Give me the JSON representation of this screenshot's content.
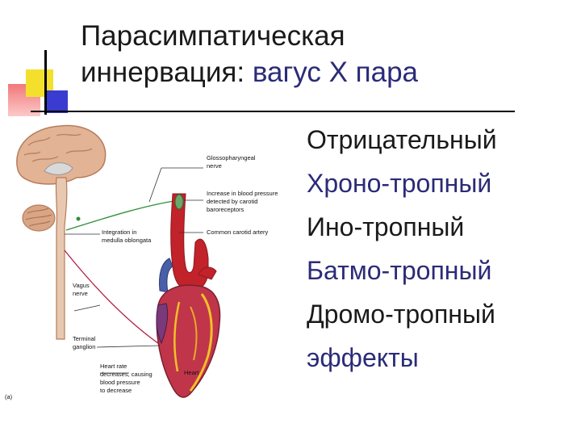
{
  "slide": {
    "title_line1": "Парасимпатическая",
    "title_line2_prefix": "иннервация: ",
    "title_line2_accent": "вагус Х пара",
    "effects": [
      {
        "text": "Отрицательный",
        "color": "dark"
      },
      {
        "text": "Хроно-тропный",
        "color": "navy"
      },
      {
        "text": "Ино-тропный",
        "color": "dark"
      },
      {
        "text": "Батмо-тропный",
        "color": "navy"
      },
      {
        "text": "Дромо-тропный",
        "color": "dark"
      },
      {
        "text": "эффекты",
        "color": "navy"
      }
    ]
  },
  "figure": {
    "labels": {
      "glossopharyngeal_1": "Glossopharyngeal",
      "glossopharyngeal_2": "nerve",
      "bp_1": "Increase in blood pressure",
      "bp_2": "detected by carotid",
      "bp_3": "baroreceptors",
      "carotid": "Common carotid artery",
      "integration_1": "Integration in",
      "integration_2": "medulla oblongata",
      "vagus_1": "Vagus",
      "vagus_2": "nerve",
      "terminal_1": "Terminal",
      "terminal_2": "ganglion",
      "hr_1": "Heart rate",
      "hr_2": "decreases, causing",
      "hr_3": "blood pressure",
      "hr_4": "to decrease",
      "heart": "Heart",
      "panel": "(a)"
    },
    "colors": {
      "brain": "#e2b394",
      "brain_dark": "#b67c5c",
      "nerve_green": "#2f8f3a",
      "nerve_red": "#b02244",
      "artery": "#c2222a",
      "heart_purple": "#7a3a7a",
      "heart_yellow": "#f2c02a"
    }
  }
}
